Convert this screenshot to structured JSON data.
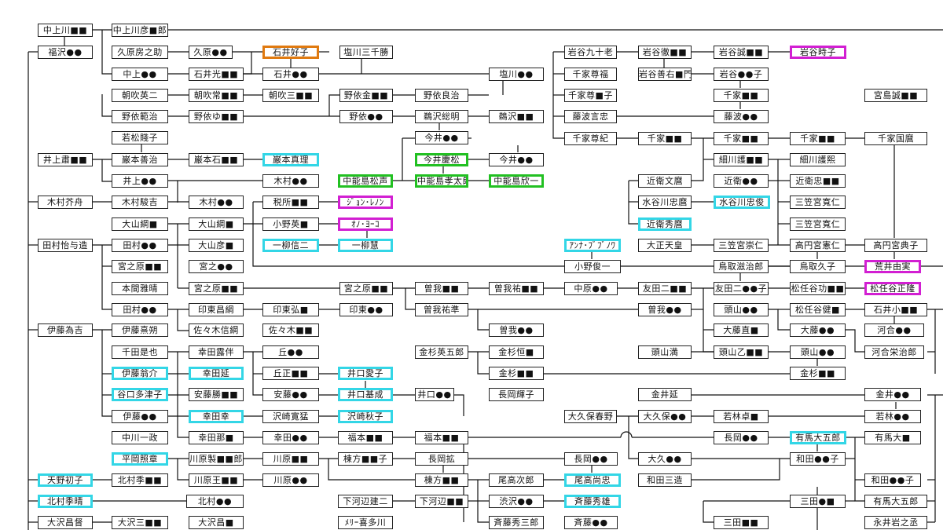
{
  "highlight_colors": {
    "orange": "#e07a10",
    "cyan": "#33d6e6",
    "green": "#22c022",
    "magenta": "#d21fd2"
  },
  "nodes": [
    {
      "id": "n1",
      "label": "中上川■■"
    },
    {
      "id": "n2",
      "label": "福沢●●"
    },
    {
      "id": "n3",
      "label": "中上川彦■郎"
    },
    {
      "id": "n4",
      "label": "久原房之助"
    },
    {
      "id": "n5",
      "label": "久原●●"
    },
    {
      "id": "n6",
      "label": "石井好子",
      "color": "orange"
    },
    {
      "id": "n7",
      "label": "塩川三千勝"
    },
    {
      "id": "n8",
      "label": "中上●●"
    },
    {
      "id": "n9",
      "label": "石井光■■"
    },
    {
      "id": "n10",
      "label": "石井●●"
    },
    {
      "id": "n11",
      "label": "塩川●●"
    },
    {
      "id": "n12",
      "label": "朝吹英二"
    },
    {
      "id": "n13",
      "label": "朝吹常■■"
    },
    {
      "id": "n14",
      "label": "朝吹三■■"
    },
    {
      "id": "n15",
      "label": "野依金■■"
    },
    {
      "id": "n16",
      "label": "野依良治"
    },
    {
      "id": "n17",
      "label": "野依範治"
    },
    {
      "id": "n18",
      "label": "野依ゆ■■"
    },
    {
      "id": "n19",
      "label": "野依●●"
    },
    {
      "id": "n20",
      "label": "鵜沢総明"
    },
    {
      "id": "n21",
      "label": "鵜沢■■"
    },
    {
      "id": "n22",
      "label": "若松賤子"
    },
    {
      "id": "n23",
      "label": "今井●●"
    },
    {
      "id": "n24",
      "label": "井上肅■■"
    },
    {
      "id": "n25",
      "label": "巌本善治"
    },
    {
      "id": "n26",
      "label": "巌本石■■"
    },
    {
      "id": "n27",
      "label": "巌本真理",
      "color": "cyan"
    },
    {
      "id": "n28",
      "label": "今井慶松",
      "color": "green"
    },
    {
      "id": "n29",
      "label": "今井●●"
    },
    {
      "id": "n30",
      "label": "井上●●"
    },
    {
      "id": "n31",
      "label": "木村●●"
    },
    {
      "id": "n32",
      "label": "中能島松声",
      "color": "green"
    },
    {
      "id": "n33",
      "label": "中能島孝太郎",
      "color": "green"
    },
    {
      "id": "n34",
      "label": "中能島欣一",
      "color": "green"
    },
    {
      "id": "n35",
      "label": "木村芥舟"
    },
    {
      "id": "n36",
      "label": "木村駿吉"
    },
    {
      "id": "n37",
      "label": "木村●●"
    },
    {
      "id": "n38",
      "label": "税所■■"
    },
    {
      "id": "n39",
      "label": "ｼﾞｮﾝ･ﾚﾉﾝ",
      "color": "magenta"
    },
    {
      "id": "n40",
      "label": "大山綱■"
    },
    {
      "id": "n41",
      "label": "大山綱■"
    },
    {
      "id": "n42",
      "label": "小野英■"
    },
    {
      "id": "n43",
      "label": "ｵﾉ･ﾖｰｺ",
      "color": "magenta"
    },
    {
      "id": "n44",
      "label": "田村怡与造"
    },
    {
      "id": "n45",
      "label": "田村●●"
    },
    {
      "id": "n46",
      "label": "大山彦■"
    },
    {
      "id": "n47",
      "label": "一柳信二",
      "color": "cyan"
    },
    {
      "id": "n48",
      "label": "一柳慧",
      "color": "cyan"
    },
    {
      "id": "n49",
      "label": "ｱﾝﾅ･ﾌﾞﾌﾞﾉﾜ",
      "color": "cyan"
    },
    {
      "id": "n50",
      "label": "宮之原■■"
    },
    {
      "id": "n51",
      "label": "宮之●●"
    },
    {
      "id": "n52",
      "label": "小野俊一"
    },
    {
      "id": "n53",
      "label": "本間雅晴"
    },
    {
      "id": "n54",
      "label": "宮之原■■"
    },
    {
      "id": "n55",
      "label": "宮之原■■"
    },
    {
      "id": "n56",
      "label": "曽我■■"
    },
    {
      "id": "n57",
      "label": "曽我祐■■"
    },
    {
      "id": "n58",
      "label": "中原●●"
    },
    {
      "id": "n59",
      "label": "田村●●"
    },
    {
      "id": "n60",
      "label": "印東昌綱"
    },
    {
      "id": "n61",
      "label": "印東弘■"
    },
    {
      "id": "n62",
      "label": "印東●●"
    },
    {
      "id": "n63",
      "label": "曽我祐準"
    },
    {
      "id": "n64",
      "label": "伊藤為吉"
    },
    {
      "id": "n65",
      "label": "伊藤熹朔"
    },
    {
      "id": "n66",
      "label": "佐々木信綱"
    },
    {
      "id": "n67",
      "label": "佐々木■■"
    },
    {
      "id": "n68",
      "label": "曽我●●"
    },
    {
      "id": "n69",
      "label": "千田是也"
    },
    {
      "id": "n70",
      "label": "幸田露伴"
    },
    {
      "id": "n71",
      "label": "丘●●"
    },
    {
      "id": "n72",
      "label": "金杉英五郎"
    },
    {
      "id": "n73",
      "label": "金杉恒■"
    },
    {
      "id": "n74",
      "label": "伊藤翁介",
      "color": "cyan"
    },
    {
      "id": "n75",
      "label": "幸田延",
      "color": "cyan"
    },
    {
      "id": "n76",
      "label": "丘正■■"
    },
    {
      "id": "n77",
      "label": "井口愛子",
      "color": "cyan"
    },
    {
      "id": "n78",
      "label": "金杉■■"
    },
    {
      "id": "n79",
      "label": "谷口多津子",
      "color": "cyan"
    },
    {
      "id": "n80",
      "label": "安藤勝■■"
    },
    {
      "id": "n81",
      "label": "安藤●●"
    },
    {
      "id": "n82",
      "label": "井口基成",
      "color": "cyan"
    },
    {
      "id": "n83",
      "label": "井口●●"
    },
    {
      "id": "n84",
      "label": "長岡輝子"
    },
    {
      "id": "n85",
      "label": "伊藤●●"
    },
    {
      "id": "n86",
      "label": "幸田幸",
      "color": "cyan"
    },
    {
      "id": "n87",
      "label": "沢崎寛猛"
    },
    {
      "id": "n88",
      "label": "沢崎秋子",
      "color": "cyan"
    },
    {
      "id": "n89",
      "label": "中川一政"
    },
    {
      "id": "n90",
      "label": "幸田那■"
    },
    {
      "id": "n91",
      "label": "幸田●●"
    },
    {
      "id": "n92",
      "label": "福本■■"
    },
    {
      "id": "n93",
      "label": "福本■■"
    },
    {
      "id": "n94",
      "label": "平岡照章",
      "color": "cyan"
    },
    {
      "id": "n95",
      "label": "川原製■■郎"
    },
    {
      "id": "n96",
      "label": "川原■■"
    },
    {
      "id": "n97",
      "label": "棟方■■子"
    },
    {
      "id": "n98",
      "label": "長岡拡"
    },
    {
      "id": "n99",
      "label": "長岡●●"
    },
    {
      "id": "n100",
      "label": "天野初子",
      "color": "cyan"
    },
    {
      "id": "n101",
      "label": "北村季■■"
    },
    {
      "id": "n102",
      "label": "川原王■■"
    },
    {
      "id": "n103",
      "label": "川原●●"
    },
    {
      "id": "n104",
      "label": "棟方■■"
    },
    {
      "id": "n105",
      "label": "尾高次郎"
    },
    {
      "id": "n106",
      "label": "尾高尚忠",
      "color": "cyan"
    },
    {
      "id": "n107",
      "label": "北村季晴",
      "color": "cyan"
    },
    {
      "id": "n108",
      "label": "北村●●"
    },
    {
      "id": "n109",
      "label": "下河辺建二"
    },
    {
      "id": "n110",
      "label": "下河辺■■"
    },
    {
      "id": "n111",
      "label": "渋沢●●"
    },
    {
      "id": "n112",
      "label": "斉藤秀雄",
      "color": "cyan"
    },
    {
      "id": "n113",
      "label": "大沢昌督"
    },
    {
      "id": "n114",
      "label": "大沢三■■"
    },
    {
      "id": "n115",
      "label": "大沢昌■"
    },
    {
      "id": "n116",
      "label": "ﾒﾘｰ喜多川"
    },
    {
      "id": "n117",
      "label": "斉藤秀三郎"
    },
    {
      "id": "n118",
      "label": "斉藤●●"
    },
    {
      "id": "n119",
      "label": "岩谷九十老"
    },
    {
      "id": "n120",
      "label": "岩谷徹■■"
    },
    {
      "id": "n121",
      "label": "岩谷誠■■"
    },
    {
      "id": "n122",
      "label": "岩谷時子",
      "color": "magenta"
    },
    {
      "id": "n123",
      "label": "千家尊福"
    },
    {
      "id": "n124",
      "label": "岩谷善右■門"
    },
    {
      "id": "n125",
      "label": "岩谷●●子"
    },
    {
      "id": "n126",
      "label": "千家尊■子"
    },
    {
      "id": "n127",
      "label": "千家■■"
    },
    {
      "id": "n128",
      "label": "宮島誠■■"
    },
    {
      "id": "n129",
      "label": "藤波言忠"
    },
    {
      "id": "n130",
      "label": "藤波●●"
    },
    {
      "id": "n131",
      "label": "千家尊紀"
    },
    {
      "id": "n132",
      "label": "千家■■"
    },
    {
      "id": "n133",
      "label": "千家■■"
    },
    {
      "id": "n134",
      "label": "千家■■"
    },
    {
      "id": "n135",
      "label": "千家国麿"
    },
    {
      "id": "n136",
      "label": "細川護■■"
    },
    {
      "id": "n137",
      "label": "細川護熙"
    },
    {
      "id": "n138",
      "label": "近衛文麿"
    },
    {
      "id": "n139",
      "label": "近衛●●"
    },
    {
      "id": "n140",
      "label": "近衛忠■■"
    },
    {
      "id": "n141",
      "label": "水谷川忠麿"
    },
    {
      "id": "n142",
      "label": "水谷川忠俊",
      "color": "cyan"
    },
    {
      "id": "n143",
      "label": "三笠宮寬仁"
    },
    {
      "id": "n144",
      "label": "近衛秀麿",
      "color": "cyan"
    },
    {
      "id": "n145",
      "label": "三笠宮寬仁"
    },
    {
      "id": "n146",
      "label": "大正天皇"
    },
    {
      "id": "n147",
      "label": "三笠宮崇仁"
    },
    {
      "id": "n148",
      "label": "高円宮憲仁"
    },
    {
      "id": "n149",
      "label": "高円宮典子"
    },
    {
      "id": "n150",
      "label": "鳥取滋治郎"
    },
    {
      "id": "n151",
      "label": "鳥取久子"
    },
    {
      "id": "n152",
      "label": "荒井由実",
      "color": "magenta"
    },
    {
      "id": "n153",
      "label": "友田二■■"
    },
    {
      "id": "n154",
      "label": "友田二●●子"
    },
    {
      "id": "n155",
      "label": "松任谷功■■"
    },
    {
      "id": "n156",
      "label": "松任谷正隆",
      "color": "magenta"
    },
    {
      "id": "n157",
      "label": "曽我●●"
    },
    {
      "id": "n158",
      "label": "頭山●●"
    },
    {
      "id": "n159",
      "label": "松任谷健■"
    },
    {
      "id": "n160",
      "label": "石井小■■"
    },
    {
      "id": "n161",
      "label": "大藤直■"
    },
    {
      "id": "n162",
      "label": "大藤●●"
    },
    {
      "id": "n163",
      "label": "河合●●"
    },
    {
      "id": "n164",
      "label": "頭山満"
    },
    {
      "id": "n165",
      "label": "頭山乙■■"
    },
    {
      "id": "n166",
      "label": "頭山●●"
    },
    {
      "id": "n167",
      "label": "河合栄治郎"
    },
    {
      "id": "n168",
      "label": "金杉■■"
    },
    {
      "id": "n169",
      "label": "金井延"
    },
    {
      "id": "n170",
      "label": "金井●●"
    },
    {
      "id": "n171",
      "label": "大久保春野"
    },
    {
      "id": "n172",
      "label": "大久保●●"
    },
    {
      "id": "n173",
      "label": "若林卓■"
    },
    {
      "id": "n174",
      "label": "若林●●"
    },
    {
      "id": "n175",
      "label": "長岡●●"
    },
    {
      "id": "n176",
      "label": "有馬大五郎",
      "color": "cyan"
    },
    {
      "id": "n177",
      "label": "有馬大■"
    },
    {
      "id": "n178",
      "label": "大久●●"
    },
    {
      "id": "n179",
      "label": "和田●●子"
    },
    {
      "id": "n180",
      "label": "和田三造"
    },
    {
      "id": "n181",
      "label": "和田●●子"
    },
    {
      "id": "n182",
      "label": "三田●■"
    },
    {
      "id": "n183",
      "label": "有馬大五郎"
    },
    {
      "id": "n184",
      "label": "三田■■"
    },
    {
      "id": "n185",
      "label": "永井岩之丞"
    }
  ]
}
